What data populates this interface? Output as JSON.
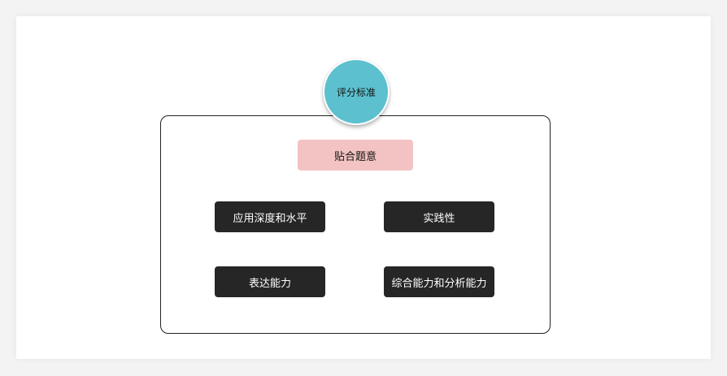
{
  "diagram": {
    "root": "评分标准",
    "primary": "贴合题意",
    "criteria": [
      "应用深度和水平",
      "实践性",
      "表达能力",
      "综合能力和分析能力"
    ],
    "colors": {
      "root_fill": "#5dc0cf",
      "primary_fill": "#f3c3c3",
      "criteria_fill": "#262626",
      "criteria_text": "#ffffff"
    }
  }
}
